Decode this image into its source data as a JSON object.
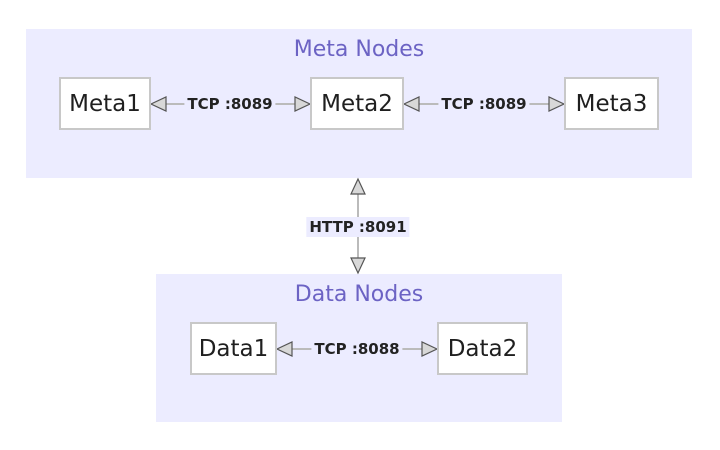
{
  "clusters": {
    "meta": {
      "title": "Meta Nodes"
    },
    "data": {
      "title": "Data Nodes"
    }
  },
  "nodes": {
    "meta1": "Meta1",
    "meta2": "Meta2",
    "meta3": "Meta3",
    "data1": "Data1",
    "data2": "Data2"
  },
  "edges": {
    "meta1_meta2": "TCP :8089",
    "meta2_meta3": "TCP :8089",
    "meta_data": "HTTP :8091",
    "data1_data2": "TCP :8088"
  },
  "colors": {
    "cluster_fill": "#ececff",
    "cluster_title": "#6c63c4",
    "node_border": "#c8c8c8",
    "edge_line": "#bbbbbb",
    "arrow_fill": "#d8d8d8",
    "arrow_stroke": "#555555"
  }
}
